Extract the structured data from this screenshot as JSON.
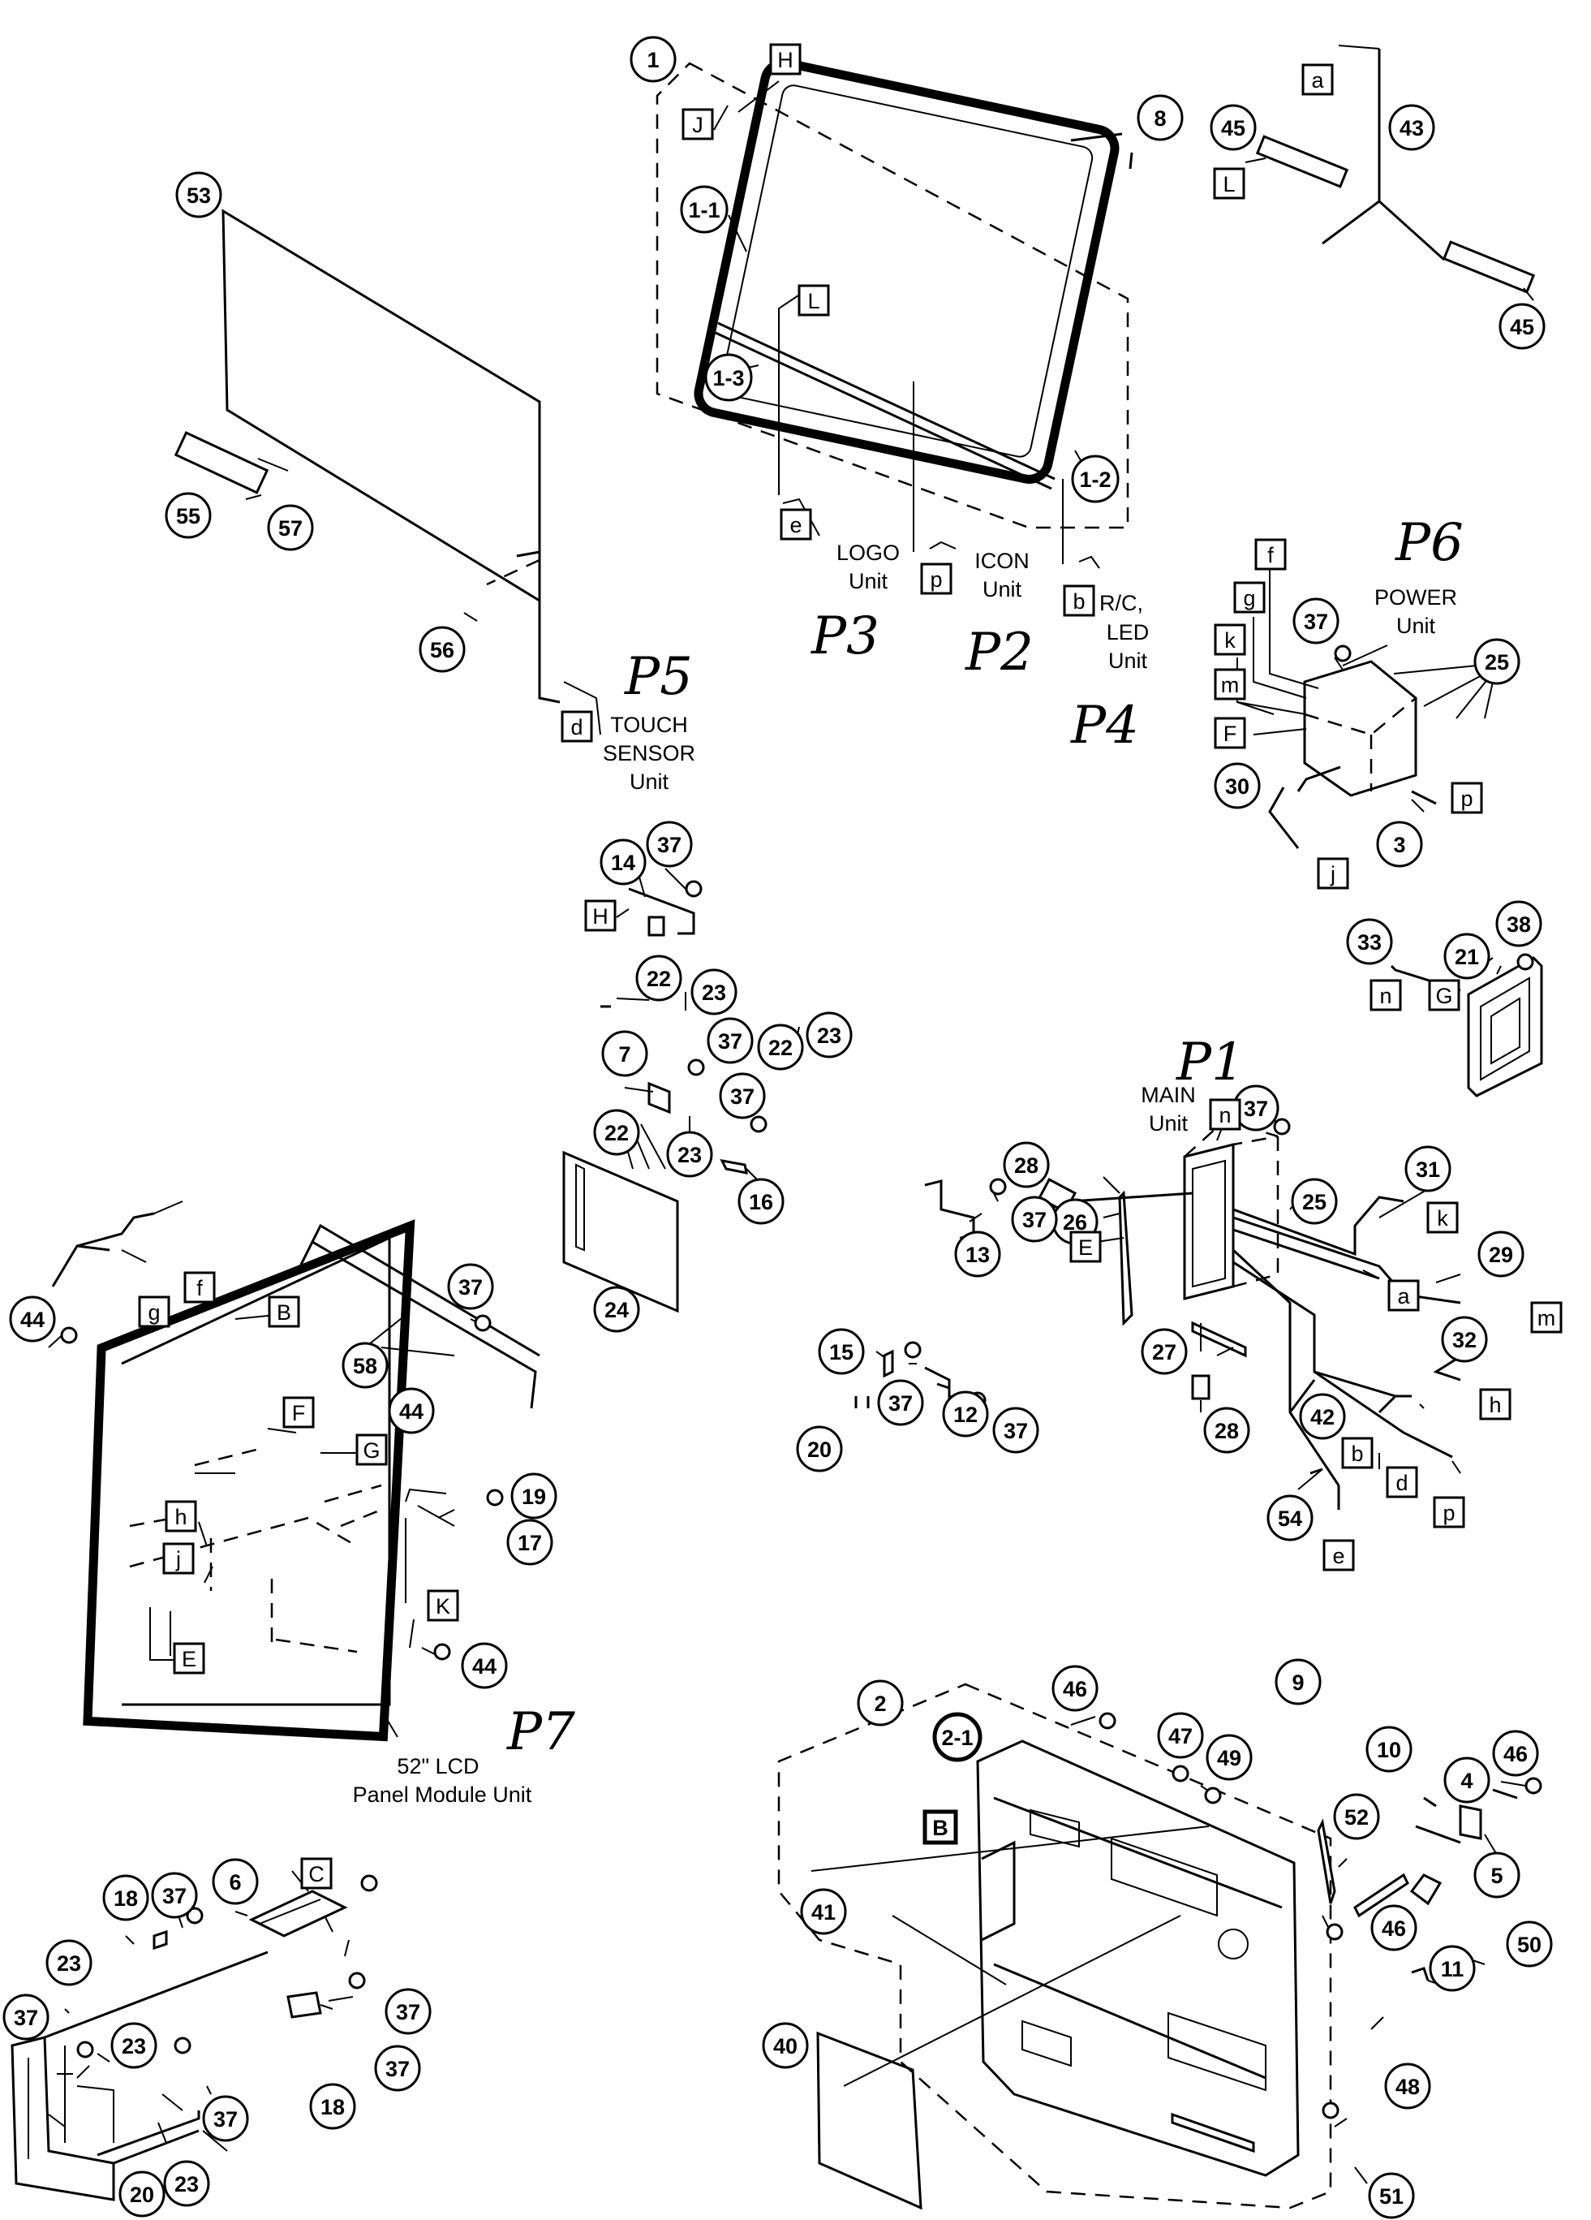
{
  "diagram": {
    "handwritten": {
      "p1": "P1",
      "p2": "P2",
      "p3": "P3",
      "p4": "P4",
      "p5": "P5",
      "p6": "P6",
      "p7": "P7"
    },
    "captions": {
      "logo_1": "LOGO",
      "logo_2": "Unit",
      "icon_1": "ICON",
      "icon_2": "Unit",
      "rc_1": "R/C,",
      "rc_2": "LED",
      "rc_3": "Unit",
      "touch_1": "TOUCH",
      "touch_2": "SENSOR",
      "touch_3": "Unit",
      "power_1": "POWER",
      "power_2": "Unit",
      "main_1": "MAIN",
      "main_2": "Unit",
      "lcd_1": "52\" LCD",
      "lcd_2": "Panel Module Unit"
    },
    "bubbles": [
      {
        "label": "1"
      },
      {
        "label": "1-1"
      },
      {
        "label": "1-3"
      },
      {
        "label": "1-2"
      },
      {
        "label": "8"
      },
      {
        "label": "45"
      },
      {
        "label": "43"
      },
      {
        "label": "45"
      },
      {
        "label": "53"
      },
      {
        "label": "55"
      },
      {
        "label": "57"
      },
      {
        "label": "56"
      },
      {
        "label": "37"
      },
      {
        "label": "25"
      },
      {
        "label": "30"
      },
      {
        "label": "3"
      },
      {
        "label": "14"
      },
      {
        "label": "37"
      },
      {
        "label": "22"
      },
      {
        "label": "23"
      },
      {
        "label": "37"
      },
      {
        "label": "22"
      },
      {
        "label": "23"
      },
      {
        "label": "7"
      },
      {
        "label": "37"
      },
      {
        "label": "22"
      },
      {
        "label": "23"
      },
      {
        "label": "16"
      },
      {
        "label": "24"
      },
      {
        "label": "33"
      },
      {
        "label": "38"
      },
      {
        "label": "21"
      },
      {
        "label": "28"
      },
      {
        "label": "37"
      },
      {
        "label": "26"
      },
      {
        "label": "25"
      },
      {
        "label": "31"
      },
      {
        "label": "13"
      },
      {
        "label": "37"
      },
      {
        "label": "29"
      },
      {
        "label": "27"
      },
      {
        "label": "32"
      },
      {
        "label": "28"
      },
      {
        "label": "42"
      },
      {
        "label": "54"
      },
      {
        "label": "15"
      },
      {
        "label": "37"
      },
      {
        "label": "12"
      },
      {
        "label": "37"
      },
      {
        "label": "20"
      },
      {
        "label": "44"
      },
      {
        "label": "37"
      },
      {
        "label": "58"
      },
      {
        "label": "44"
      },
      {
        "label": "19"
      },
      {
        "label": "17"
      },
      {
        "label": "44"
      },
      {
        "label": "9"
      },
      {
        "label": "2"
      },
      {
        "label": "46"
      },
      {
        "label": "2-1"
      },
      {
        "label": "47"
      },
      {
        "label": "49"
      },
      {
        "label": "10"
      },
      {
        "label": "46"
      },
      {
        "label": "4"
      },
      {
        "label": "52"
      },
      {
        "label": "5"
      },
      {
        "label": "41"
      },
      {
        "label": "46"
      },
      {
        "label": "11"
      },
      {
        "label": "50"
      },
      {
        "label": "40"
      },
      {
        "label": "48"
      },
      {
        "label": "51"
      },
      {
        "label": "18"
      },
      {
        "label": "37"
      },
      {
        "label": "6"
      },
      {
        "label": "23"
      },
      {
        "label": "37"
      },
      {
        "label": "23"
      },
      {
        "label": "37"
      },
      {
        "label": "37"
      },
      {
        "label": "18"
      },
      {
        "label": "37"
      },
      {
        "label": "23"
      },
      {
        "label": "20"
      }
    ],
    "boxes": [
      {
        "label": "H"
      },
      {
        "label": "J"
      },
      {
        "label": "L"
      },
      {
        "label": "e"
      },
      {
        "label": "p"
      },
      {
        "label": "b"
      },
      {
        "label": "a"
      },
      {
        "label": "L"
      },
      {
        "label": "d"
      },
      {
        "label": "f"
      },
      {
        "label": "g"
      },
      {
        "label": "k"
      },
      {
        "label": "m"
      },
      {
        "label": "F"
      },
      {
        "label": "p"
      },
      {
        "label": "j"
      },
      {
        "label": "H"
      },
      {
        "label": "n"
      },
      {
        "label": "G"
      },
      {
        "label": "n"
      },
      {
        "label": "k"
      },
      {
        "label": "E"
      },
      {
        "label": "a"
      },
      {
        "label": "m"
      },
      {
        "label": "h"
      },
      {
        "label": "b"
      },
      {
        "label": "d"
      },
      {
        "label": "p"
      },
      {
        "label": "e"
      },
      {
        "label": "f"
      },
      {
        "label": "g"
      },
      {
        "label": "B"
      },
      {
        "label": "F"
      },
      {
        "label": "G"
      },
      {
        "label": "h"
      },
      {
        "label": "j"
      },
      {
        "label": "K"
      },
      {
        "label": "E"
      },
      {
        "label": "B"
      },
      {
        "label": "C"
      }
    ]
  }
}
